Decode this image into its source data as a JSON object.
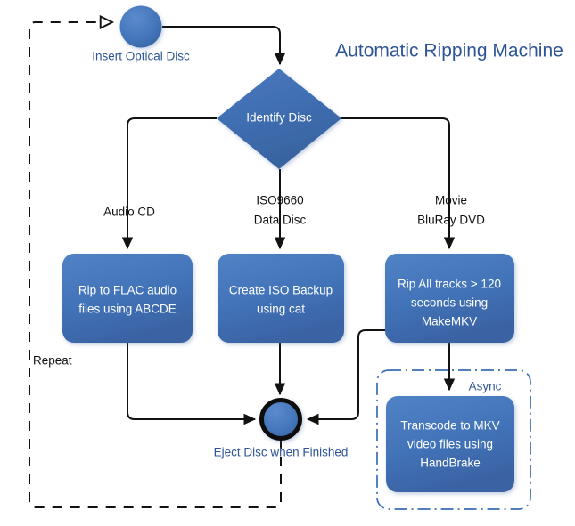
{
  "diagram": {
    "title": "Automatic Ripping Machine",
    "nodes": {
      "start": {
        "shape": "circle",
        "label": "Insert Optical Disc"
      },
      "decision": {
        "shape": "diamond",
        "label": "Identify Disc"
      },
      "audio_process": {
        "shape": "rounded-rect",
        "line1": "Rip to FLAC audio",
        "line2": "files using ABCDE"
      },
      "iso_process": {
        "shape": "rounded-rect",
        "line1": "Create ISO Backup",
        "line2": "using cat"
      },
      "movie_process": {
        "shape": "rounded-rect",
        "line1": "Rip All tracks > 120",
        "line2": "seconds using",
        "line3": "MakeMKV"
      },
      "transcode_process": {
        "shape": "rounded-rect",
        "line1": "Transcode to MKV",
        "line2": "video files using",
        "line3": "HandBrake"
      },
      "end": {
        "shape": "end-circle",
        "label": "Eject Disc when Finished"
      }
    },
    "groups": {
      "async": {
        "label": "Async",
        "border_style": "dash-dot"
      }
    },
    "edge_labels": {
      "audio_cd": "Audio CD",
      "iso_line1": "ISO9660",
      "iso_line2": "Data Disc",
      "movie_line1": "Movie",
      "movie_line2": "BluRay DVD",
      "repeat": "Repeat"
    },
    "colors": {
      "shape_fill_top": "#4D7CC0",
      "shape_fill_bottom": "#3A63A4",
      "diamond_fill": "#4071B4",
      "accent_text": "#2E5596",
      "connector": "#121212",
      "async_border": "#3B6CB4"
    }
  }
}
